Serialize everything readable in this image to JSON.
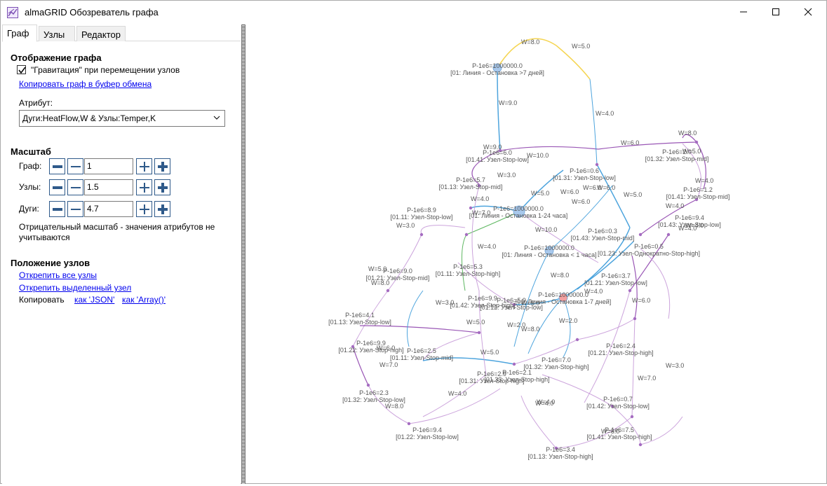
{
  "window": {
    "title": "almaGRID Обозреватель графа",
    "accent": "#2f5a8a"
  },
  "tabs": [
    {
      "label": "Граф",
      "active": true
    },
    {
      "label": "Узлы",
      "active": false
    },
    {
      "label": "Редактор",
      "active": false
    }
  ],
  "display": {
    "heading": "Отображение графа",
    "gravity_label": "\"Гравитация\" при перемещении узлов",
    "gravity_checked": true,
    "copy_link": "Копировать граф в буфер обмена",
    "attribute_label": "Атрибут:",
    "attribute_value": "Дуги:HeatFlow,W & Узлы:Temper,K"
  },
  "scale": {
    "heading": "Масштаб",
    "rows": [
      {
        "label": "Граф:",
        "value": "1"
      },
      {
        "label": "Узлы:",
        "value": "1.5"
      },
      {
        "label": "Дуги:",
        "value": "4.7"
      }
    ],
    "note": "Отрицательный масштаб - значения атрибутов не учитываются"
  },
  "positions": {
    "heading": "Положение узлов",
    "unpin_all": "Открепить все узлы",
    "unpin_selected": "Открепить выделенный узел",
    "copy_label": "Копировать",
    "as_json": "как 'JSON'",
    "as_array": "как 'Array()'"
  },
  "graph": {
    "edge_labels": [
      "W=8.0",
      "W=5.0",
      "W=9.0",
      "W=4.0",
      "W=9.0",
      "W=10.0",
      "W=3.0",
      "W=6.0",
      "W=8.0",
      "W=5.0",
      "W=6.0",
      "W=6.0",
      "W=4.0",
      "W=7.0",
      "W=5.0",
      "W=4.0",
      "W=5.0",
      "W=3.0",
      "W=4.0",
      "W=10.0",
      "W=6.0",
      "W=4.0",
      "W=4.0",
      "W=3.0",
      "W=5.0",
      "W=5.0",
      "W=2.0",
      "W=2.0",
      "W=5.0",
      "W=8.0",
      "W=4.0",
      "W=8.0",
      "W=6.0",
      "W=5.0",
      "W=6.0",
      "W=7.0",
      "W=4.0",
      "W=4.0",
      "W=7.0",
      "W=3.0",
      "W=8.0",
      "W=8.0",
      "W=6.0",
      "W=4.0",
      "W=8.0",
      "W=4.0"
    ],
    "node_labels": [
      {
        "p": "P-1e6=1000000.0",
        "n": "[01: Линия - Остановка >7 дней]"
      },
      {
        "p": "P-1e6=6.0",
        "n": "[01.41: Узел-Stop-low]"
      },
      {
        "p": "P-1e6=0.6",
        "n": "[01.31: Узел-Stop-low]"
      },
      {
        "p": "P-1e6=2.0",
        "n": "[01.32: Узел-Stop-mid]"
      },
      {
        "p": "P-1e6=5.7",
        "n": "[01.13: Узел-Stop-mid]"
      },
      {
        "p": "P-1e6=1.2",
        "n": "[01.41: Узел-Stop-mid]"
      },
      {
        "p": "P-1e6=8.9",
        "n": "[01.11: Узел-Stop-low]"
      },
      {
        "p": "P-1e6=1000000.0",
        "n": "[01: Линия - Остановка 1-24 часа]"
      },
      {
        "p": "P-1e6=9.4",
        "n": "[01.43: Узел-Stop-low]"
      },
      {
        "p": "P-1e6=0.3",
        "n": "[01.43: Узел-Stop-mid]"
      },
      {
        "p": "P-1e6=0.5",
        "n": "[01.23: Узел-Однократно-Stop-high]"
      },
      {
        "p": "P-1e6=1000000.0",
        "n": "[01: Линия - Остановка < 1 часа]"
      },
      {
        "p": "P-1e6=5.3",
        "n": "[01.11: Узел-Stop-high]"
      },
      {
        "p": "P-1e6=9.0",
        "n": "[01.21: Узел-Stop-mid]"
      },
      {
        "p": "P-1e6=3.7",
        "n": "[01.21: Узел-Stop-low]"
      },
      {
        "p": "P-1e6=9.9",
        "n": "[01.42: Узел-Stop-high]"
      },
      {
        "p": "P-1e6=5.9",
        "n": "[01.12: Узел-Stop-low]"
      },
      {
        "p": "P-1e6=1000000.0",
        "n": "[01: Линия - Остановка 1-7 дней]"
      },
      {
        "p": "P-1e6=4.1",
        "n": "[01.13: Узел-Stop-low]"
      },
      {
        "p": "P-1e6=9.9",
        "n": "[01.22: Узел-Stop-high]"
      },
      {
        "p": "P-1e6=2.5",
        "n": "[01.11: Узел-Stop-mid]"
      },
      {
        "p": "P-1e6=7.0",
        "n": "[01.32: Узел-Stop-high]"
      },
      {
        "p": "P-1e6=2.4",
        "n": "[01.21: Узел-Stop-high]"
      },
      {
        "p": "P-1e6=2.9",
        "n": "[01.31: Узел-Stop-high]"
      },
      {
        "p": "P-1e6=2.1",
        "n": "[01.33: Узел-Stop-high]"
      },
      {
        "p": "P-1e6=2.3",
        "n": "[01.32: Узел-Stop-low]"
      },
      {
        "p": "P-1e6=0.7",
        "n": "[01.42: Узел-Stop-low]"
      },
      {
        "p": "P-1e6=9.4",
        "n": "[01.22: Узел-Stop-low]"
      },
      {
        "p": "P-1e6=7.5",
        "n": "[01.41: Узел-Stop-high]"
      },
      {
        "p": "P-1e6=3.4",
        "n": "[01.13: Узел-Stop-high]"
      }
    ],
    "colors": {
      "low": "#c79ad8",
      "mid": "#8e44ad",
      "blue": "#3a9ad9",
      "yellow": "#f4d03f",
      "green": "#4caf50",
      "hub": "#a8c8ec",
      "hot": "#f4a0a0"
    }
  }
}
